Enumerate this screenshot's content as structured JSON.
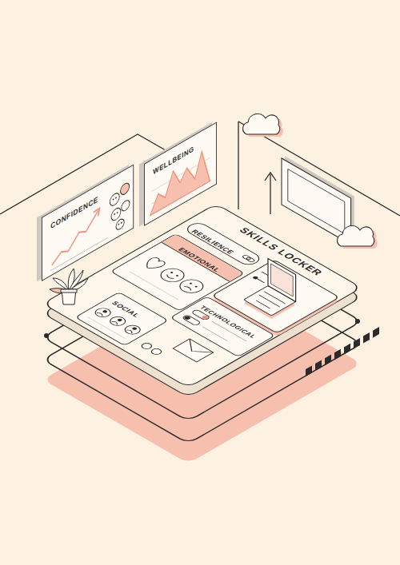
{
  "diagram": {
    "nodes": [
      {
        "text": [
          "CONFIDENCE"
        ]
      },
      {
        "text": [
          "WELLBEING"
        ]
      },
      {
        "text": [
          "SKILLS LOCKER"
        ]
      },
      {
        "text": [
          "RESILIENCE"
        ],
        "in": 2
      },
      {
        "text": [
          "EMOTIONAL"
        ],
        "in": 2
      },
      {
        "text": [
          "SOCIAL"
        ],
        "in": 2
      },
      {
        "text": [
          "TECHNOLOGICAL"
        ],
        "in": 2
      }
    ]
  }
}
